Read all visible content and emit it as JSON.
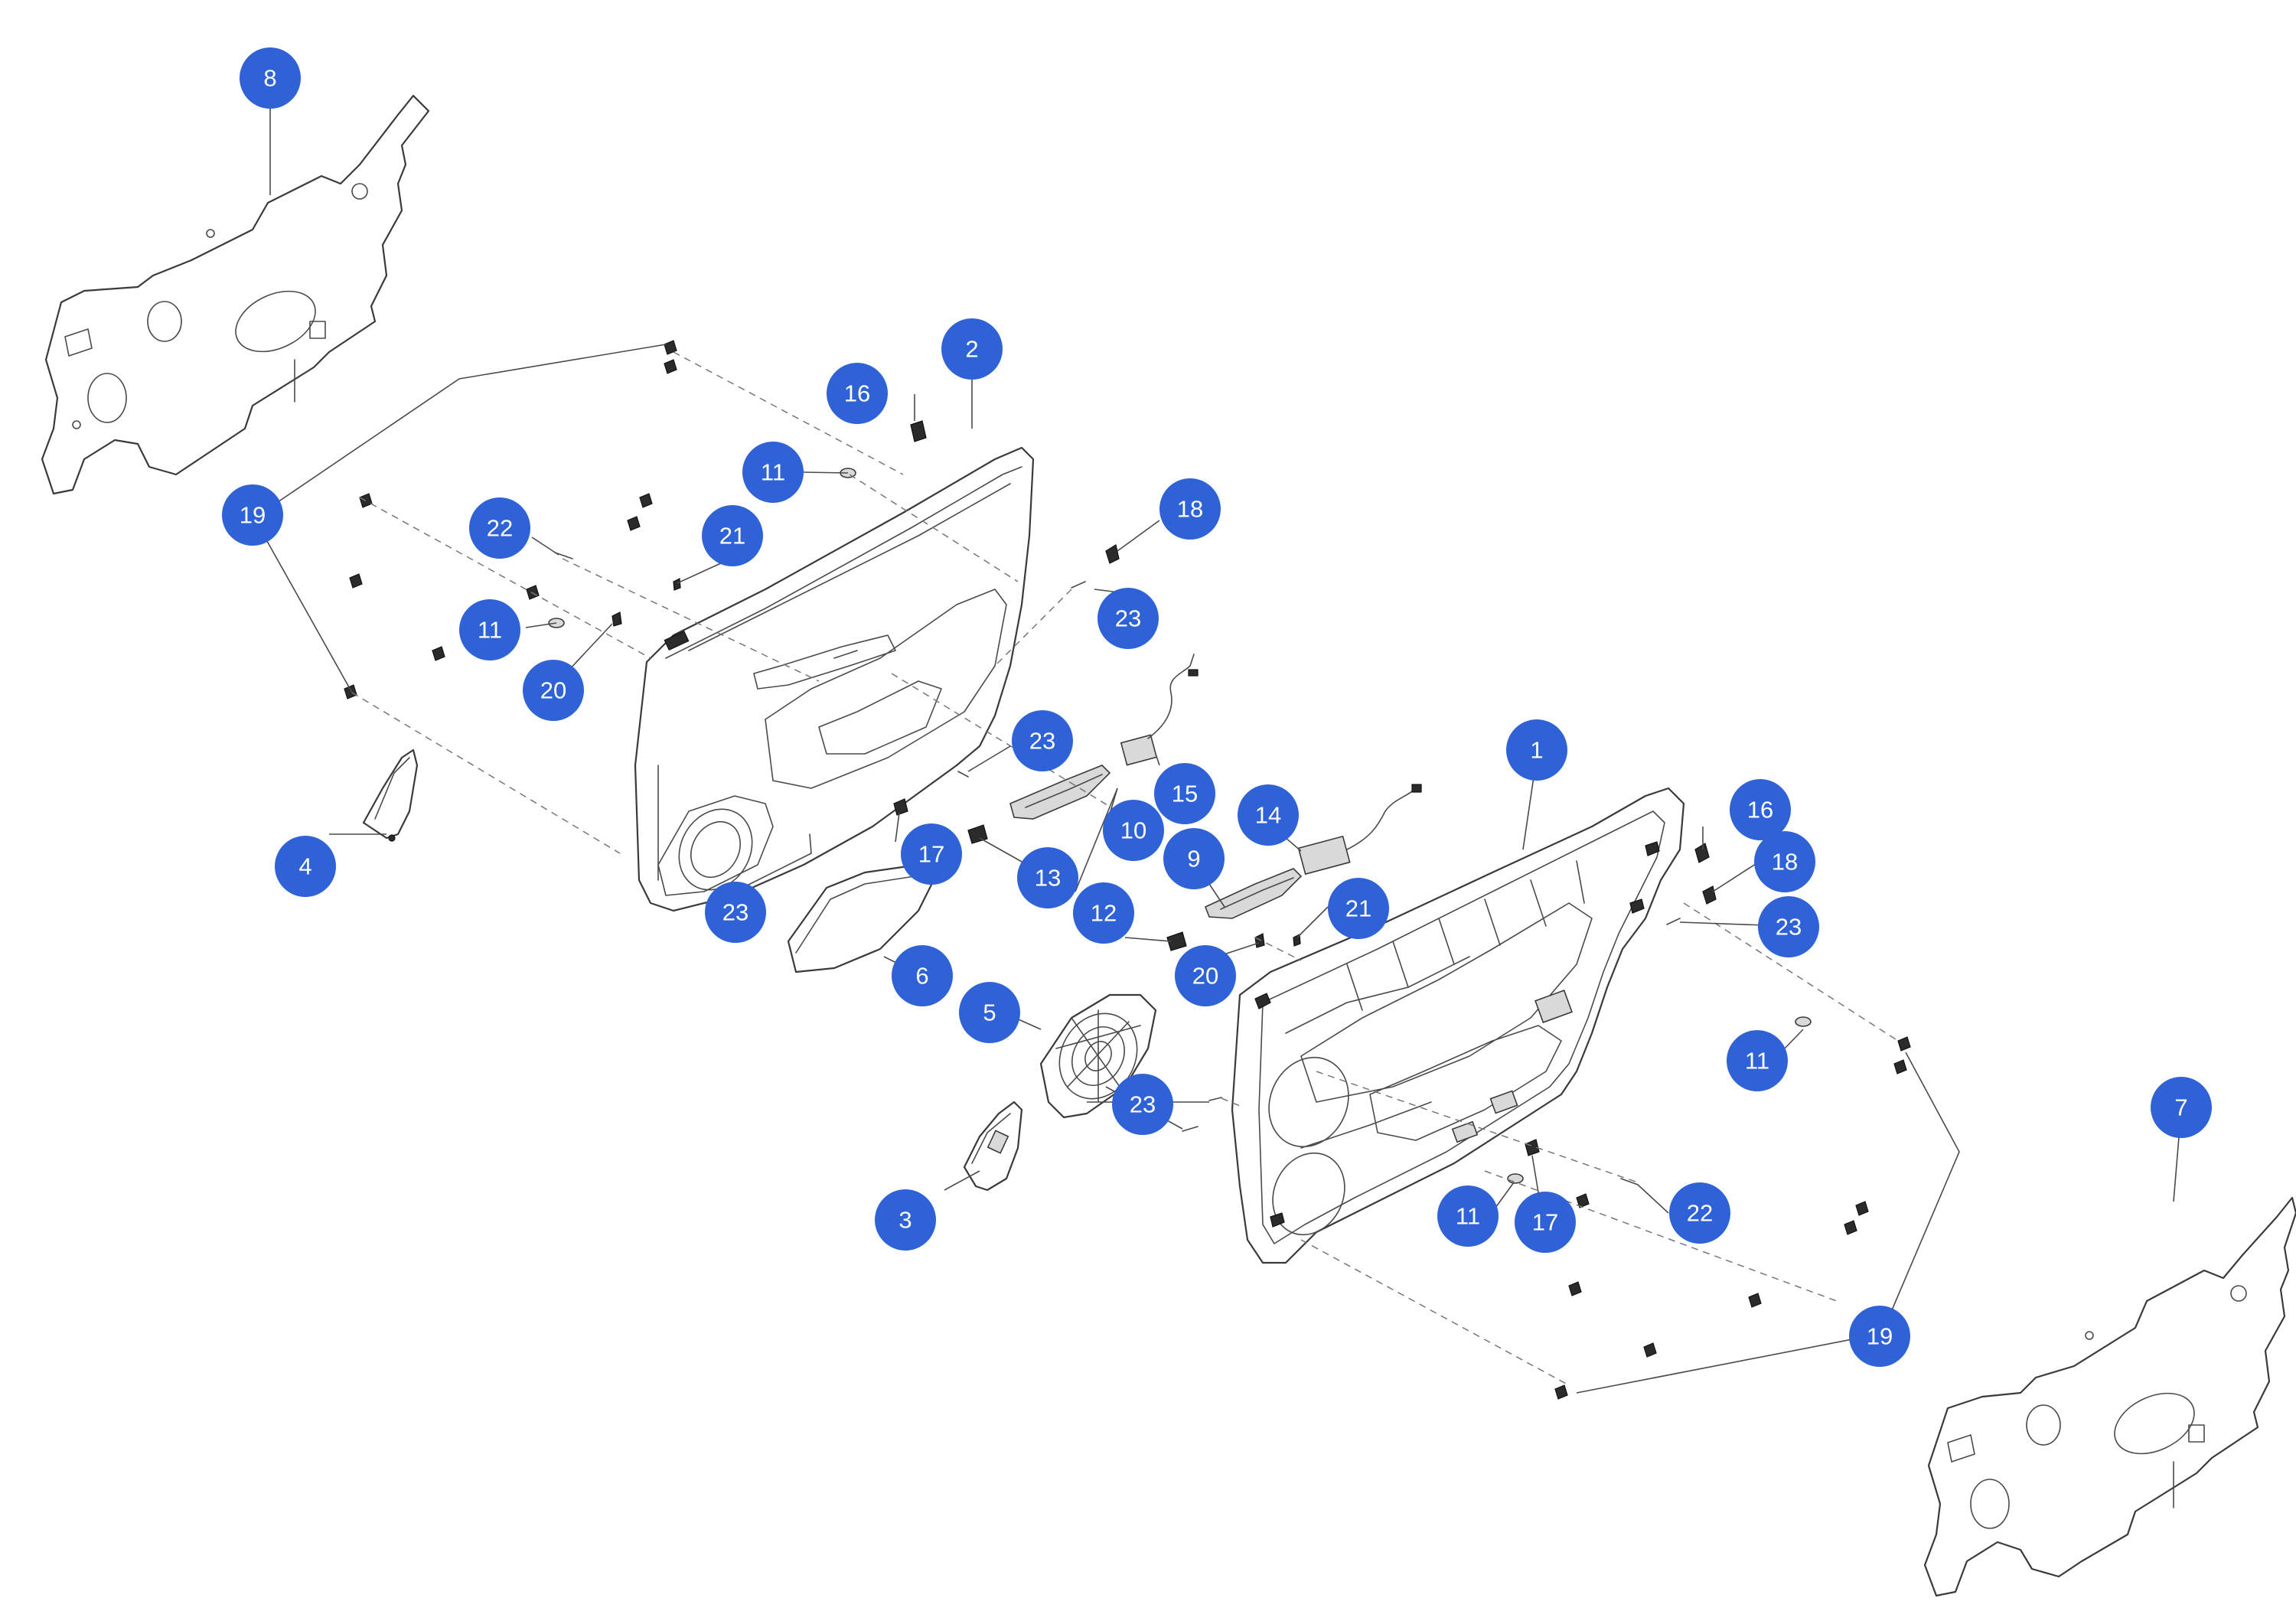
{
  "diagram": {
    "callouts": [
      {
        "id": "c1",
        "label": "1"
      },
      {
        "id": "c2",
        "label": "2"
      },
      {
        "id": "c3",
        "label": "3"
      },
      {
        "id": "c4",
        "label": "4"
      },
      {
        "id": "c5",
        "label": "5"
      },
      {
        "id": "c6",
        "label": "6"
      },
      {
        "id": "c7",
        "label": "7"
      },
      {
        "id": "c8",
        "label": "8"
      },
      {
        "id": "c9",
        "label": "9"
      },
      {
        "id": "c10",
        "label": "10"
      },
      {
        "id": "c11a",
        "label": "11"
      },
      {
        "id": "c11b",
        "label": "11"
      },
      {
        "id": "c11c",
        "label": "11"
      },
      {
        "id": "c11d",
        "label": "11"
      },
      {
        "id": "c12",
        "label": "12"
      },
      {
        "id": "c13",
        "label": "13"
      },
      {
        "id": "c14",
        "label": "14"
      },
      {
        "id": "c15",
        "label": "15"
      },
      {
        "id": "c16a",
        "label": "16"
      },
      {
        "id": "c16b",
        "label": "16"
      },
      {
        "id": "c17a",
        "label": "17"
      },
      {
        "id": "c17b",
        "label": "17"
      },
      {
        "id": "c18a",
        "label": "18"
      },
      {
        "id": "c18b",
        "label": "18"
      },
      {
        "id": "c19a",
        "label": "19"
      },
      {
        "id": "c19b",
        "label": "19"
      },
      {
        "id": "c20a",
        "label": "20"
      },
      {
        "id": "c20b",
        "label": "20"
      },
      {
        "id": "c21a",
        "label": "21"
      },
      {
        "id": "c21b",
        "label": "21"
      },
      {
        "id": "c22a",
        "label": "22"
      },
      {
        "id": "c22b",
        "label": "22"
      },
      {
        "id": "c23a",
        "label": "23"
      },
      {
        "id": "c23b",
        "label": "23"
      },
      {
        "id": "c23c",
        "label": "23"
      },
      {
        "id": "c23d",
        "label": "23"
      },
      {
        "id": "c23e",
        "label": "23"
      }
    ],
    "colors": {
      "callout_fill": "#2f62d6",
      "callout_text": "#ffffff",
      "line": "#3a3a3a"
    }
  }
}
